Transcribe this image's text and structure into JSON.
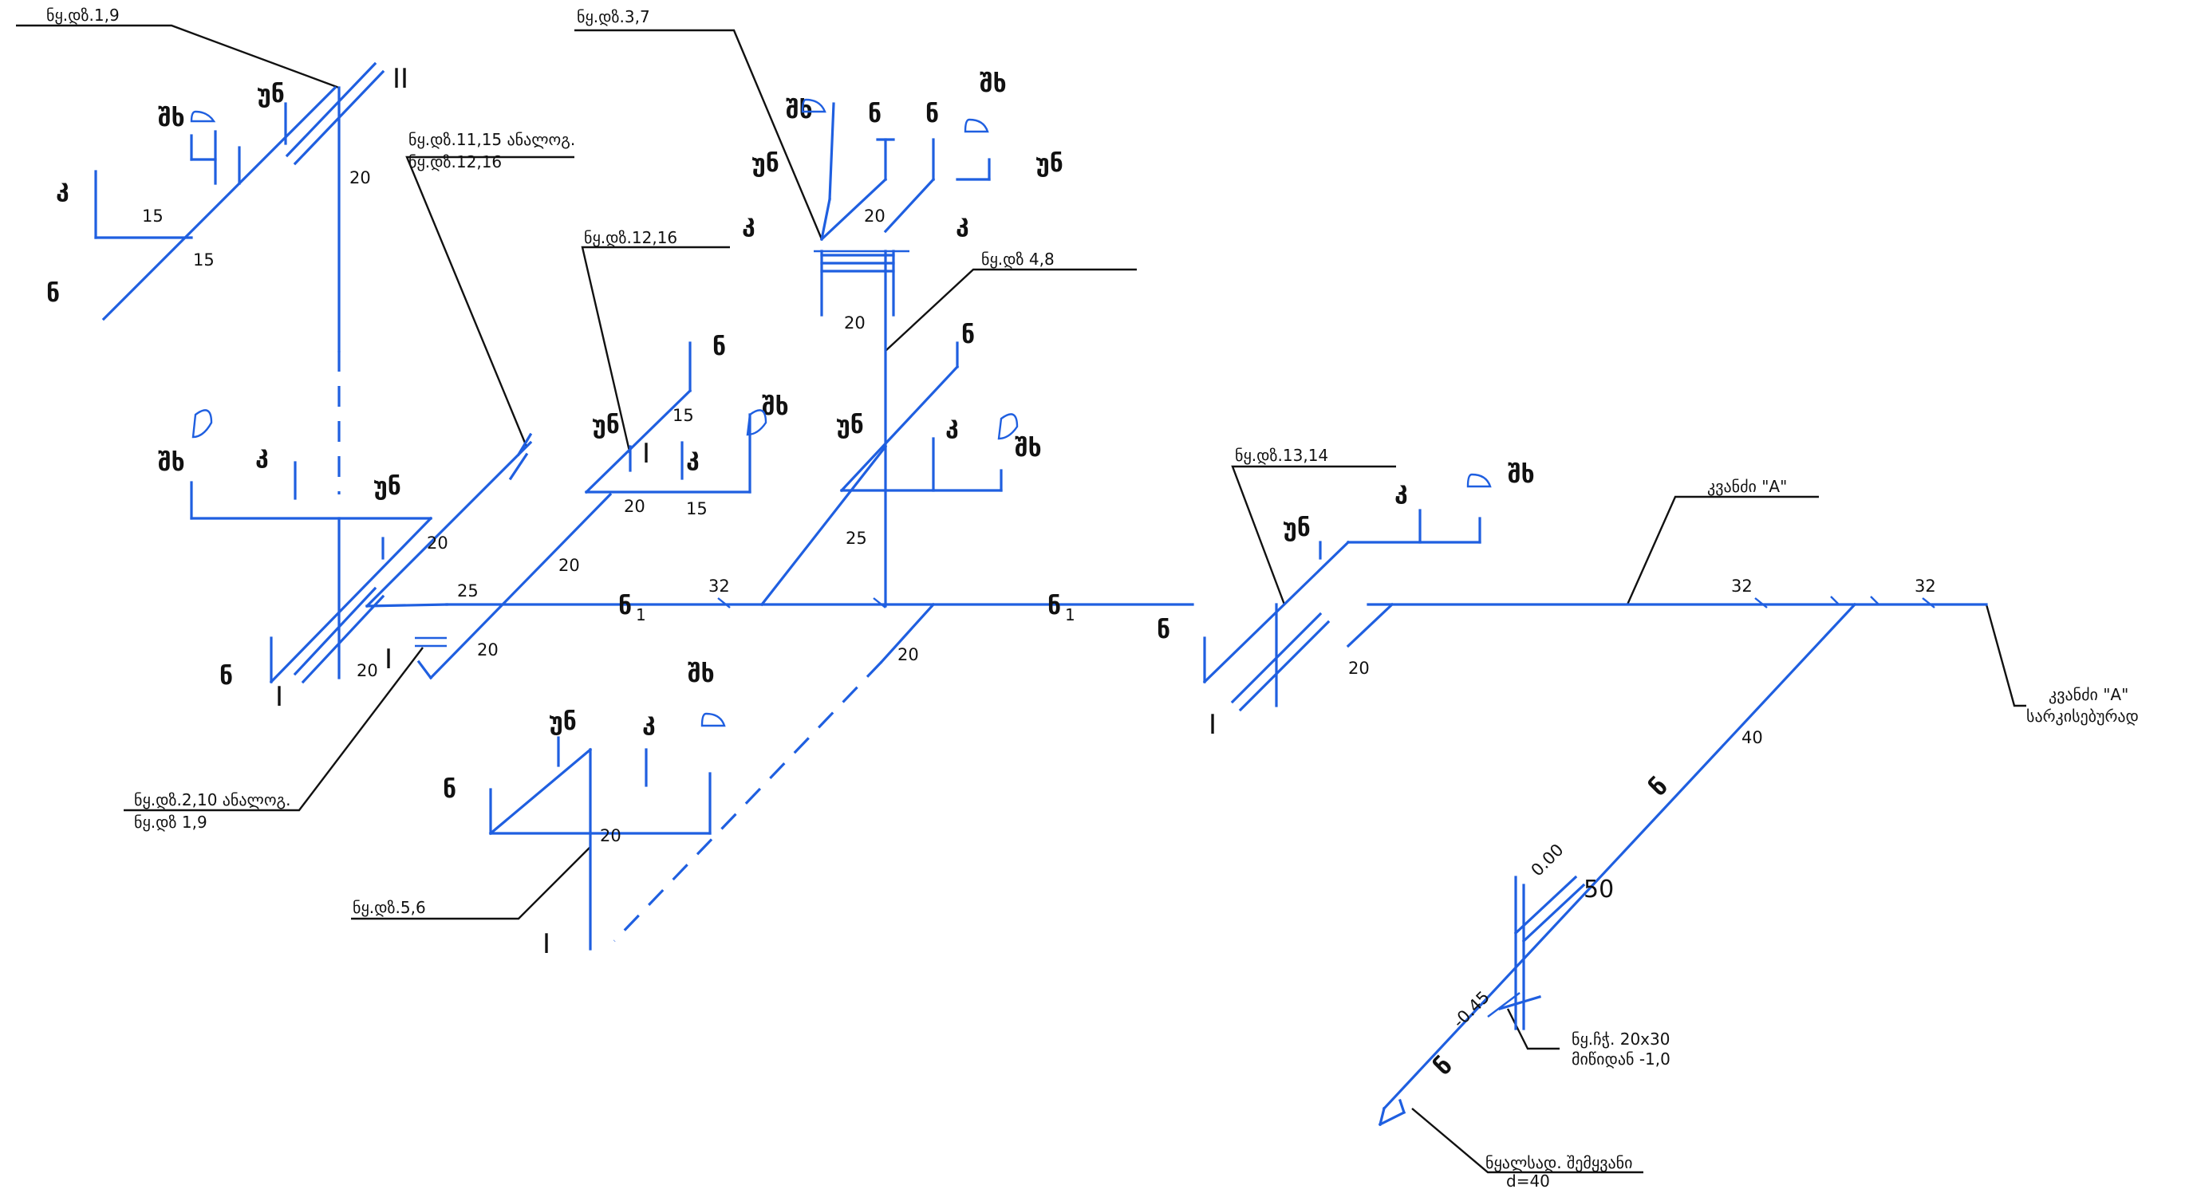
{
  "callouts": {
    "c1": "ნყ.დზ.1,9",
    "c2a": "ნყ.დზ.11,15 ანალოგ.",
    "c2b": "ნყ.დზ.12,16",
    "c3": "ნყ.დზ.12,16",
    "c4": "ნყ.დზ.3,7",
    "c5": "ნყ.დზ 4,8",
    "c6": "ნყ.დზ.13,14",
    "c7": "კვანძი \"A\"",
    "c8a": "კვანძი \"A\"",
    "c8b": "სარკისებურად",
    "c9a": "ნყ.დზ.2,10 ანალოგ.",
    "c9b": "ნყ.დზ 1,9",
    "c10": "ნყ.დზ.5,6",
    "c11a": "ნყ.ჩჭ. 20x30",
    "c11b": "მიწიდან -1,0",
    "c12a": "ნყალსად. შემყვანი",
    "c12b": "d=40"
  },
  "fixtures": {
    "n": "ნ",
    "k": "კ",
    "sh": "შხ",
    "un": "უნ"
  },
  "romans": {
    "one": "I",
    "two": "II"
  },
  "main_pipe_label": "ნ",
  "main_pipe_sub": "1",
  "dims": {
    "d15": "15",
    "d20": "20",
    "d25": "25",
    "d32": "32",
    "d40": "40",
    "d50": "50",
    "zero": "0.00",
    "minus": "-0.45"
  },
  "colors": {
    "pipe": "#1f5fe0",
    "leader": "#111111"
  }
}
